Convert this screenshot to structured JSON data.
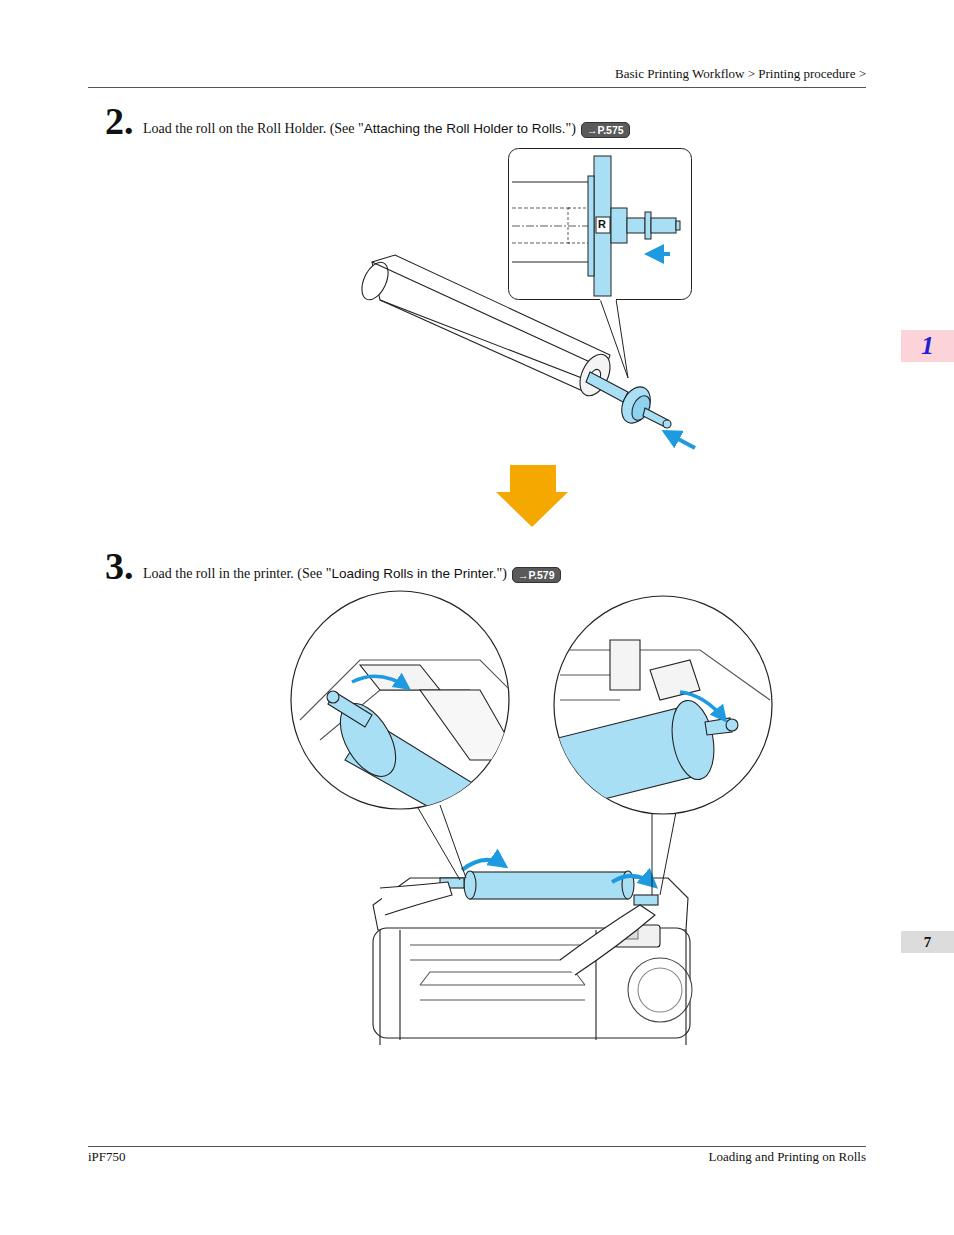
{
  "diagram": {
    "nodes": [
      {
        "text": [
          "→P.575"
        ]
      },
      {
        "text": [
          "→P.579"
        ]
      },
      {
        "text": [
          "1"
        ]
      },
      {
        "text": [
          "7"
        ]
      }
    ],
    "labels": [
      "Basic Printing Workflow > Printing procedure >",
      "2.",
      "Load the roll on the Roll Holder.  (See \"",
      "Attaching the Roll Holder to Rolls.",
      "\")",
      "R",
      "3.",
      "Load the roll in the printer.  (See \"",
      "Loading Rolls in the Printer.",
      "\")",
      "iPF750",
      "Loading and Printing on Rolls"
    ]
  }
}
